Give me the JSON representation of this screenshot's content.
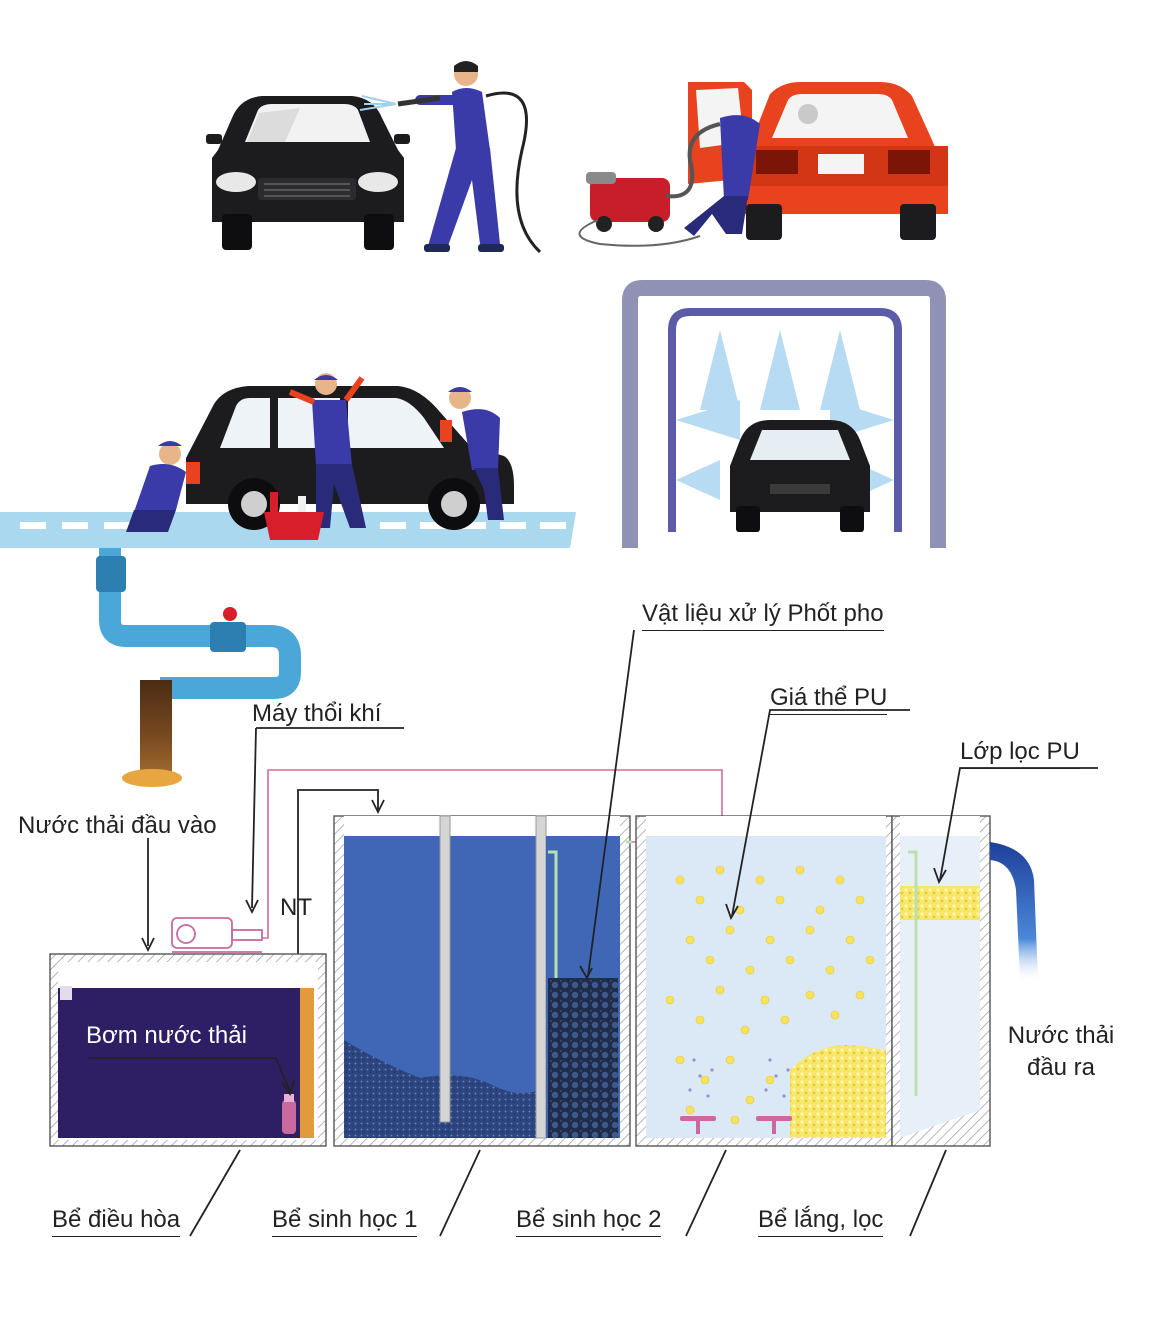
{
  "labels": {
    "phosphorus_material": "Vật liệu xử lý Phốt pho",
    "pu_carrier": "Giá thể PU",
    "pu_filter_layer": "Lớp lọc PU",
    "air_blower": "Máy thổi khí",
    "wastewater_inlet": "Nước thải đầu vào",
    "nt": "NT",
    "wastewater_pump": "Bơm nước thải",
    "wastewater_outlet_line1": "Nước thải",
    "wastewater_outlet_line2": "đầu ra",
    "equalization_tank": "Bể điều hòa",
    "bio_tank_1": "Bể sinh học 1",
    "bio_tank_2": "Bể sinh học 2",
    "settling_filter_tank": "Bể lắng, lọc"
  },
  "colors": {
    "equalization_water": "#2e1e63",
    "bio1_water": "#3f67b5",
    "settling_water": "#dbe8f5",
    "pu_yellow": "#f6e35a",
    "pipe_blue": "#4aa7d8",
    "air_line": "#d86aa0",
    "car_dark": "#1c1c1e",
    "car_red": "#e8431e",
    "worker_blue": "#3a3aa8"
  },
  "icons": {
    "scene_pressure_washer": "pressure-wash-icon",
    "scene_vacuum": "vacuum-clean-icon",
    "scene_hand_wash": "hand-wash-icon",
    "scene_tunnel": "tunnel-wash-icon"
  }
}
